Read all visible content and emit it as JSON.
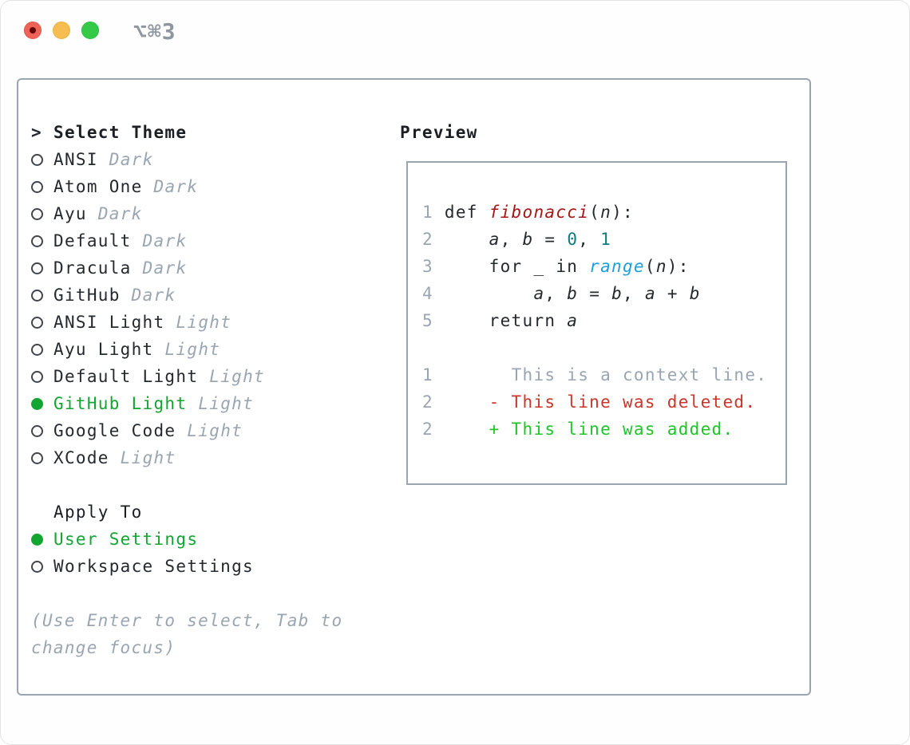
{
  "window": {
    "title": "⌥⌘3"
  },
  "titlebar": {
    "lights": [
      {
        "icon": "close-light",
        "color": "#ef6258"
      },
      {
        "icon": "minimize-light",
        "color": "#f6be50"
      },
      {
        "icon": "zoom-light",
        "color": "#35c948"
      }
    ]
  },
  "theme_list": {
    "prompt": ">",
    "header": "Select Theme",
    "items": [
      {
        "name": "ANSI",
        "tag": "Dark",
        "selected": false
      },
      {
        "name": "Atom One",
        "tag": "Dark",
        "selected": false
      },
      {
        "name": "Ayu",
        "tag": "Dark",
        "selected": false
      },
      {
        "name": "Default",
        "tag": "Dark",
        "selected": false
      },
      {
        "name": "Dracula",
        "tag": "Dark",
        "selected": false
      },
      {
        "name": "GitHub",
        "tag": "Dark",
        "selected": false
      },
      {
        "name": "ANSI Light",
        "tag": "Light",
        "selected": false
      },
      {
        "name": "Ayu Light",
        "tag": "Light",
        "selected": false
      },
      {
        "name": "Default Light",
        "tag": "Light",
        "selected": false
      },
      {
        "name": "GitHub Light",
        "tag": "Light",
        "selected": true
      },
      {
        "name": "Google Code",
        "tag": "Light",
        "selected": false
      },
      {
        "name": "XCode",
        "tag": "Light",
        "selected": false
      }
    ]
  },
  "apply_to": {
    "header": "Apply To",
    "options": [
      {
        "name": "User Settings",
        "selected": true
      },
      {
        "name": "Workspace Settings",
        "selected": false
      }
    ]
  },
  "hint": "(Use Enter to select, Tab to change focus)",
  "preview": {
    "header": "Preview",
    "lines": [
      [
        {
          "t": "1",
          "s": "num"
        },
        {
          "t": " def ",
          "s": "plain"
        },
        {
          "t": "fibonacci",
          "s": "func"
        },
        {
          "t": "(",
          "s": "plain"
        },
        {
          "t": "n",
          "s": "var"
        },
        {
          "t": "):",
          "s": "plain"
        }
      ],
      [
        {
          "t": "2",
          "s": "num"
        },
        {
          "t": "     ",
          "s": "plain"
        },
        {
          "t": "a",
          "s": "var"
        },
        {
          "t": ", ",
          "s": "plain"
        },
        {
          "t": "b",
          "s": "var"
        },
        {
          "t": " = ",
          "s": "plain"
        },
        {
          "t": "0",
          "s": "numlit"
        },
        {
          "t": ", ",
          "s": "plain"
        },
        {
          "t": "1",
          "s": "numlit"
        }
      ],
      [
        {
          "t": "3",
          "s": "num"
        },
        {
          "t": "     for _ in ",
          "s": "plain"
        },
        {
          "t": "range",
          "s": "call"
        },
        {
          "t": "(",
          "s": "plain"
        },
        {
          "t": "n",
          "s": "var"
        },
        {
          "t": "):",
          "s": "plain"
        }
      ],
      [
        {
          "t": "4",
          "s": "num"
        },
        {
          "t": "         ",
          "s": "plain"
        },
        {
          "t": "a",
          "s": "var"
        },
        {
          "t": ", ",
          "s": "plain"
        },
        {
          "t": "b",
          "s": "var"
        },
        {
          "t": " = ",
          "s": "plain"
        },
        {
          "t": "b",
          "s": "var"
        },
        {
          "t": ", ",
          "s": "plain"
        },
        {
          "t": "a",
          "s": "var"
        },
        {
          "t": " + ",
          "s": "plain"
        },
        {
          "t": "b",
          "s": "var"
        }
      ],
      [
        {
          "t": "5",
          "s": "num"
        },
        {
          "t": "     return ",
          "s": "plain"
        },
        {
          "t": "a",
          "s": "var"
        }
      ],
      [],
      [
        {
          "t": "1",
          "s": "num"
        },
        {
          "t": "       ",
          "s": "plain"
        },
        {
          "t": "This is a context line.",
          "s": "ctx"
        }
      ],
      [
        {
          "t": "2",
          "s": "num"
        },
        {
          "t": "     ",
          "s": "plain"
        },
        {
          "t": "- This line was deleted.",
          "s": "del"
        }
      ],
      [
        {
          "t": "2",
          "s": "num"
        },
        {
          "t": "     ",
          "s": "plain"
        },
        {
          "t": "+ This line was added.",
          "s": "add"
        }
      ]
    ]
  },
  "colors": {
    "panel_border": "#9aa5b2",
    "muted_gray": "#9aa5b2",
    "text_dark": "#24292e",
    "selected_green": "#13a532",
    "diff_add_green": "#1ec428",
    "diff_del_red": "#c9362c",
    "func_red": "#a51616",
    "number_teal": "#0b7d80",
    "call_blue": "#1d9fdd"
  }
}
